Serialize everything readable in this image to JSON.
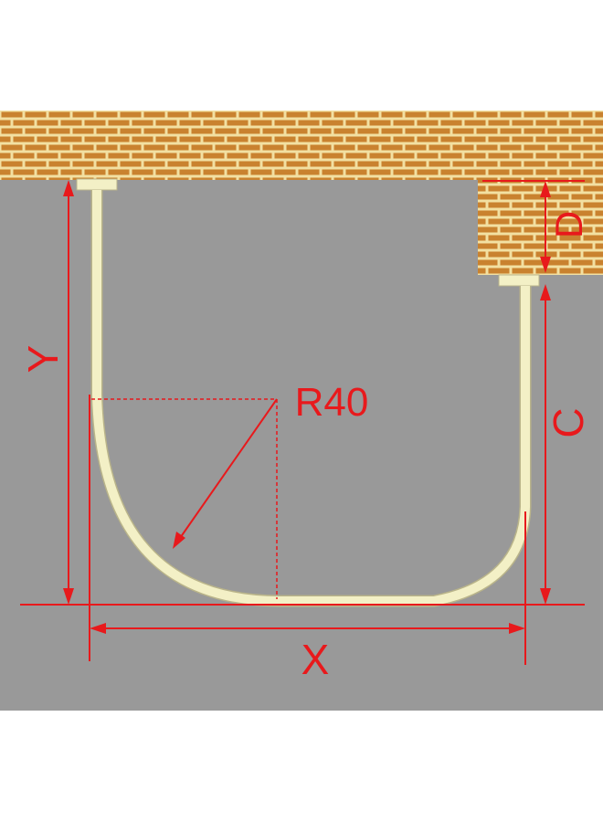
{
  "labels": {
    "radius": "R40",
    "x": "X",
    "y": "Y",
    "c": "C",
    "d": "D"
  },
  "colors": {
    "background": "#ffffff",
    "wall": "#999999",
    "brick": "#c9822f",
    "mortar": "#f2e0a2",
    "rod": "#f3f0c6",
    "rod_edge": "#b9b48a",
    "dimension": "#e8191c"
  }
}
